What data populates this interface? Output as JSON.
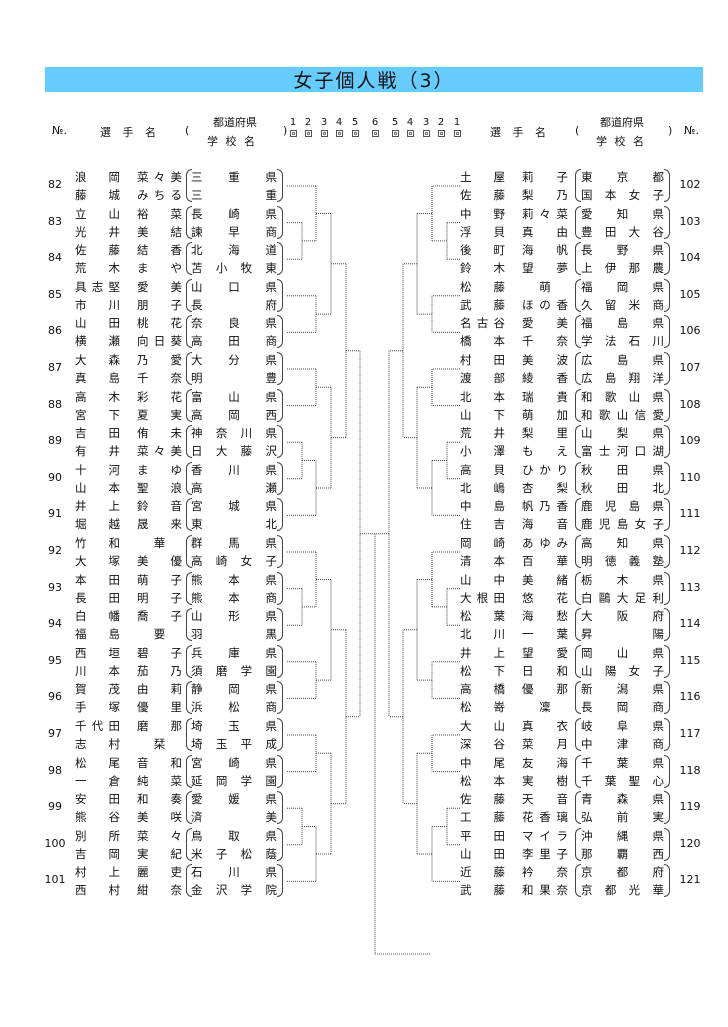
{
  "title": "女子個人戦（3）",
  "header": {
    "no_label": "№.",
    "player_label": "選 手 名",
    "paren_open": "(",
    "paren_close": ")",
    "prefecture_label": "都道府県",
    "school_label": "学 校 名",
    "rounds": [
      "1",
      "2",
      "3",
      "4",
      "5",
      "6",
      "5",
      "4",
      "3",
      "2",
      "1"
    ]
  },
  "left": {
    "entries": [
      {
        "no": "82",
        "players": [
          {
            "surname": "浪岡",
            "given": "菜々美"
          },
          {
            "surname": "藤城",
            "given": "みちる"
          }
        ],
        "schools": [
          "三重県",
          "三重"
        ]
      },
      {
        "no": "83",
        "players": [
          {
            "surname": "立山",
            "given": "裕菜"
          },
          {
            "surname": "光井",
            "given": "美結"
          }
        ],
        "schools": [
          "長崎県",
          "諫早商"
        ]
      },
      {
        "no": "84",
        "players": [
          {
            "surname": "佐藤",
            "given": "結香"
          },
          {
            "surname": "荒木",
            "given": "まや"
          }
        ],
        "schools": [
          "北海道",
          "苫小牧東"
        ]
      },
      {
        "no": "85",
        "players": [
          {
            "surname": "具志堅",
            "given": "愛美"
          },
          {
            "surname": "市川",
            "given": "朋子"
          }
        ],
        "schools": [
          "山口県",
          "長府"
        ]
      },
      {
        "no": "86",
        "players": [
          {
            "surname": "山田",
            "given": "桃花"
          },
          {
            "surname": "横瀬",
            "given": "向日葵"
          }
        ],
        "schools": [
          "奈良県",
          "高田商"
        ]
      },
      {
        "no": "87",
        "players": [
          {
            "surname": "大森",
            "given": "乃愛"
          },
          {
            "surname": "真島",
            "given": "千奈"
          }
        ],
        "schools": [
          "大分県",
          "明豊"
        ]
      },
      {
        "no": "88",
        "players": [
          {
            "surname": "高木",
            "given": "彩花"
          },
          {
            "surname": "宮下",
            "given": "夏実"
          }
        ],
        "schools": [
          "富山県",
          "高岡西"
        ]
      },
      {
        "no": "89",
        "players": [
          {
            "surname": "吉田",
            "given": "侑未"
          },
          {
            "surname": "有井",
            "given": "菜々美"
          }
        ],
        "schools": [
          "神奈川県",
          "日大藤沢"
        ]
      },
      {
        "no": "90",
        "players": [
          {
            "surname": "十河",
            "given": "まゆ"
          },
          {
            "surname": "山本",
            "given": "聖浪"
          }
        ],
        "schools": [
          "香川県",
          "高瀬"
        ]
      },
      {
        "no": "91",
        "players": [
          {
            "surname": "井上",
            "given": "鈴音"
          },
          {
            "surname": "堀越",
            "given": "晟来"
          }
        ],
        "schools": [
          "宮城県",
          "東北"
        ]
      },
      {
        "no": "92",
        "players": [
          {
            "surname": "竹和",
            "given": "華"
          },
          {
            "surname": "大塚",
            "given": "美優"
          }
        ],
        "schools": [
          "群馬県",
          "高崎女子"
        ]
      },
      {
        "no": "93",
        "players": [
          {
            "surname": "本田",
            "given": "萌子"
          },
          {
            "surname": "長田",
            "given": "明子"
          }
        ],
        "schools": [
          "熊本県",
          "熊本商"
        ]
      },
      {
        "no": "94",
        "players": [
          {
            "surname": "白幡",
            "given": "喬子"
          },
          {
            "surname": "福島",
            "given": "要"
          }
        ],
        "schools": [
          "山形県",
          "羽黒"
        ]
      },
      {
        "no": "95",
        "players": [
          {
            "surname": "西垣",
            "given": "碧子"
          },
          {
            "surname": "川本",
            "given": "茄乃"
          }
        ],
        "schools": [
          "兵庫県",
          "須磨学園"
        ]
      },
      {
        "no": "96",
        "players": [
          {
            "surname": "賀茂",
            "given": "由莉"
          },
          {
            "surname": "手塚",
            "given": "優里"
          }
        ],
        "schools": [
          "静岡県",
          "浜松商"
        ]
      },
      {
        "no": "97",
        "players": [
          {
            "surname": "千代田",
            "given": "磨那"
          },
          {
            "surname": "志村",
            "given": "栞"
          }
        ],
        "schools": [
          "埼玉県",
          "埼玉平成"
        ]
      },
      {
        "no": "98",
        "players": [
          {
            "surname": "松尾",
            "given": "音和"
          },
          {
            "surname": "一倉",
            "given": "純菜"
          }
        ],
        "schools": [
          "宮崎県",
          "延岡学園"
        ]
      },
      {
        "no": "99",
        "players": [
          {
            "surname": "安田",
            "given": "和奏"
          },
          {
            "surname": "熊谷",
            "given": "美咲"
          }
        ],
        "schools": [
          "愛媛県",
          "済美"
        ]
      },
      {
        "no": "100",
        "players": [
          {
            "surname": "別所",
            "given": "菜々"
          },
          {
            "surname": "吉岡",
            "given": "実紀"
          }
        ],
        "schools": [
          "鳥取県",
          "米子松蔭"
        ]
      },
      {
        "no": "101",
        "players": [
          {
            "surname": "村上",
            "given": "麗吏"
          },
          {
            "surname": "西村",
            "given": "紺奈"
          }
        ],
        "schools": [
          "石川県",
          "金沢学院"
        ]
      }
    ]
  },
  "right": {
    "entries": [
      {
        "no": "102",
        "players": [
          {
            "surname": "土屋",
            "given": "莉子"
          },
          {
            "surname": "佐藤",
            "given": "梨乃"
          }
        ],
        "schools": [
          "東京都",
          "国本女子"
        ]
      },
      {
        "no": "103",
        "players": [
          {
            "surname": "中野",
            "given": "莉々菜"
          },
          {
            "surname": "浮貝",
            "given": "真由"
          }
        ],
        "schools": [
          "愛知県",
          "豊田大谷"
        ]
      },
      {
        "no": "104",
        "players": [
          {
            "surname": "後町",
            "given": "海帆"
          },
          {
            "surname": "鈴木",
            "given": "望夢"
          }
        ],
        "schools": [
          "長野県",
          "上伊那農"
        ]
      },
      {
        "no": "105",
        "players": [
          {
            "surname": "松藤",
            "given": "萌"
          },
          {
            "surname": "武藤",
            "given": "ほの香"
          }
        ],
        "schools": [
          "福岡県",
          "久留米商"
        ]
      },
      {
        "no": "106",
        "players": [
          {
            "surname": "名古谷",
            "given": "愛美"
          },
          {
            "surname": "橋本",
            "given": "千奈"
          }
        ],
        "schools": [
          "福島県",
          "学法石川"
        ]
      },
      {
        "no": "107",
        "players": [
          {
            "surname": "村田",
            "given": "美波"
          },
          {
            "surname": "渡部",
            "given": "綾香"
          }
        ],
        "schools": [
          "広島県",
          "広島翔洋"
        ]
      },
      {
        "no": "108",
        "players": [
          {
            "surname": "北本",
            "given": "瑞貴"
          },
          {
            "surname": "山下",
            "given": "萌加"
          }
        ],
        "schools": [
          "和歌山県",
          "和歌山信愛"
        ]
      },
      {
        "no": "109",
        "players": [
          {
            "surname": "荒井",
            "given": "梨里"
          },
          {
            "surname": "小澤",
            "given": "もえ"
          }
        ],
        "schools": [
          "山梨県",
          "富士河口湖"
        ]
      },
      {
        "no": "110",
        "players": [
          {
            "surname": "高貝",
            "given": "ひかり"
          },
          {
            "surname": "北嶋",
            "given": "杏梨"
          }
        ],
        "schools": [
          "秋田県",
          "秋田北"
        ]
      },
      {
        "no": "111",
        "players": [
          {
            "surname": "中島",
            "given": "帆乃香"
          },
          {
            "surname": "住吉",
            "given": "海音"
          }
        ],
        "schools": [
          "鹿児島県",
          "鹿児島女子"
        ]
      },
      {
        "no": "112",
        "players": [
          {
            "surname": "岡崎",
            "given": "あゆみ"
          },
          {
            "surname": "清本",
            "given": "百華"
          }
        ],
        "schools": [
          "高知県",
          "明徳義塾"
        ]
      },
      {
        "no": "113",
        "players": [
          {
            "surname": "山中",
            "given": "美緒"
          },
          {
            "surname": "大根田",
            "given": "悠花"
          }
        ],
        "schools": [
          "栃木県",
          "白鷗大足利"
        ]
      },
      {
        "no": "114",
        "players": [
          {
            "surname": "松葉",
            "given": "海愁"
          },
          {
            "surname": "北川",
            "given": "一葉"
          }
        ],
        "schools": [
          "大阪府",
          "昇陽"
        ]
      },
      {
        "no": "115",
        "players": [
          {
            "surname": "井上",
            "given": "望愛"
          },
          {
            "surname": "松下",
            "given": "日和"
          }
        ],
        "schools": [
          "岡山県",
          "山陽女子"
        ]
      },
      {
        "no": "116",
        "players": [
          {
            "surname": "高橋",
            "given": "優那"
          },
          {
            "surname": "松嵜",
            "given": "凜"
          }
        ],
        "schools": [
          "新潟県",
          "長岡商"
        ]
      },
      {
        "no": "117",
        "players": [
          {
            "surname": "大山",
            "given": "真衣"
          },
          {
            "surname": "深谷",
            "given": "菜月"
          }
        ],
        "schools": [
          "岐阜県",
          "中津商"
        ]
      },
      {
        "no": "118",
        "players": [
          {
            "surname": "中尾",
            "given": "友海"
          },
          {
            "surname": "松本",
            "given": "実樹"
          }
        ],
        "schools": [
          "千葉県",
          "千葉聖心"
        ]
      },
      {
        "no": "119",
        "players": [
          {
            "surname": "佐藤",
            "given": "天音"
          },
          {
            "surname": "工藤",
            "given": "花香璃"
          }
        ],
        "schools": [
          "青森県",
          "弘前実"
        ]
      },
      {
        "no": "120",
        "players": [
          {
            "surname": "平田",
            "given": "マイラ"
          },
          {
            "surname": "山田",
            "given": "李里子"
          }
        ],
        "schools": [
          "沖縄県",
          "那覇西"
        ]
      },
      {
        "no": "121",
        "players": [
          {
            "surname": "近藤",
            "given": "衿奈"
          },
          {
            "surname": "武藤",
            "given": "和果奈"
          }
        ],
        "schools": [
          "京都府",
          "京都光華"
        ]
      }
    ]
  }
}
